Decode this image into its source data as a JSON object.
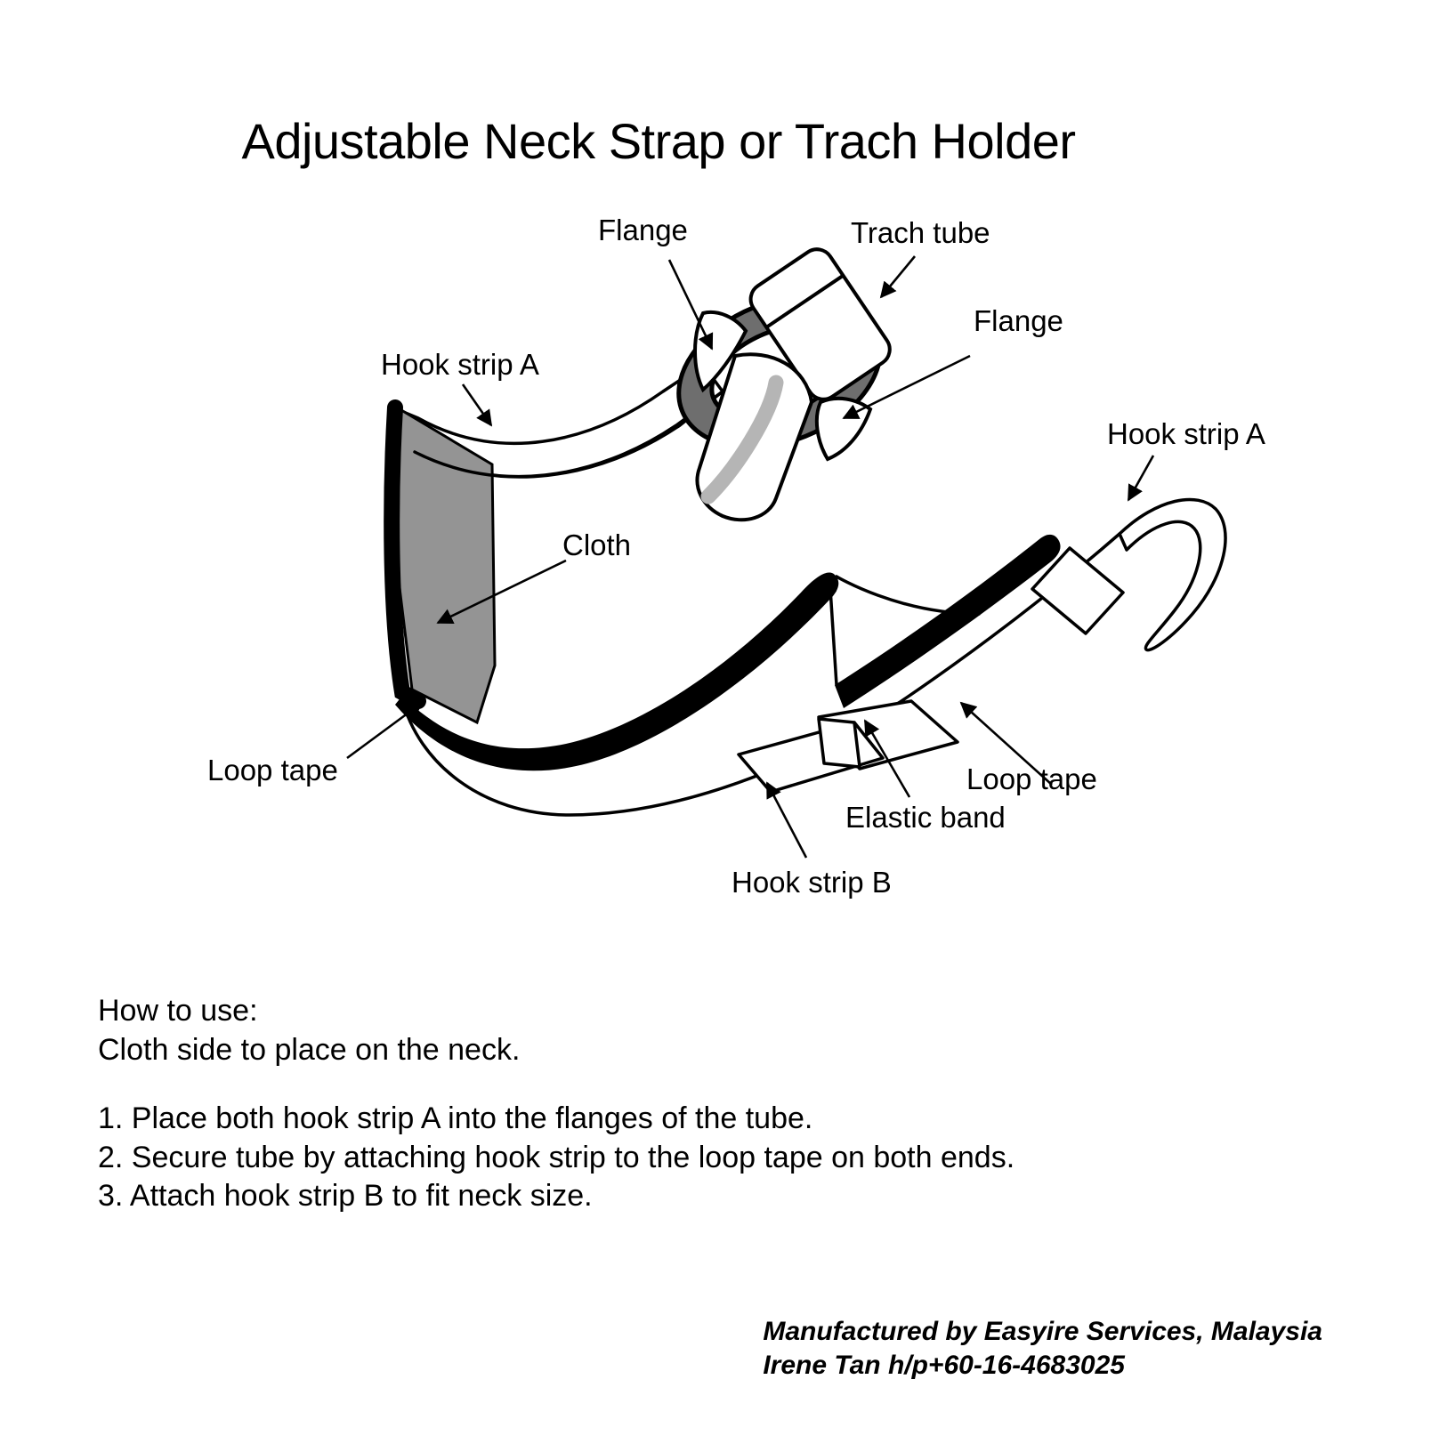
{
  "document": {
    "title": "Adjustable Neck Strap or Trach Holder"
  },
  "diagram": {
    "labels": {
      "flange_left": "Flange",
      "trach_tube": "Trach tube",
      "flange_right": "Flange",
      "hook_strip_a_left": "Hook strip A",
      "hook_strip_a_right": "Hook strip A",
      "cloth": "Cloth",
      "loop_tape_left": "Loop tape",
      "loop_tape_right": "Loop tape",
      "elastic_band": "Elastic band",
      "hook_strip_b": "Hook strip B"
    },
    "colors": {
      "outline": "#000000",
      "cloth_fill": "#949494",
      "flange_fill": "#6e6e6e",
      "tube_shadow": "#b5b5b5",
      "background": "#ffffff"
    }
  },
  "instructions": {
    "heading": "How to use:",
    "subheading": "Cloth side to place on the neck.",
    "steps": [
      "1. Place both hook strip A into the flanges of the tube.",
      "2. Secure tube by attaching hook strip to the loop tape on both ends.",
      "3. Attach hook strip B to fit neck size."
    ]
  },
  "footer": {
    "line1": "Manufactured by Easyire Services, Malaysia",
    "line2": "Irene Tan h/p+60-16-4683025"
  }
}
